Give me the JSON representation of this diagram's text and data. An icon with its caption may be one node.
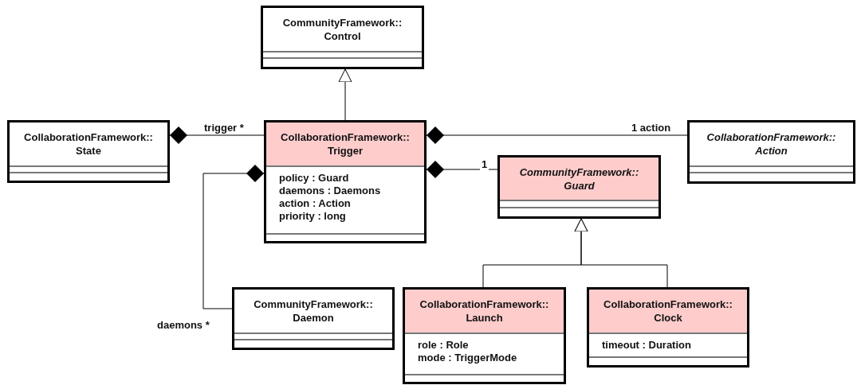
{
  "diagram": {
    "nodes": [
      {
        "text": [
          "CommunityFramework:: Control"
        ]
      },
      {
        "text": [
          "CollaborationFramework:: State"
        ]
      },
      {
        "text": [
          "CollaborationFramework:: Trigger",
          "policy : Guard",
          "daemons : Daemons",
          "action : Action",
          "priority : long"
        ]
      },
      {
        "text": [
          "CollaborationFramework:: Action"
        ]
      },
      {
        "text": [
          "CommunityFramework:: Guard"
        ]
      },
      {
        "text": [
          "CommunityFramework:: Daemon"
        ]
      },
      {
        "text": [
          "CollaborationFramework:: Launch",
          "role : Role",
          "mode : TriggerMode"
        ]
      },
      {
        "text": [
          "CollaborationFramework:: Clock",
          "timeout : Duration"
        ]
      }
    ],
    "edges": [
      {
        "from": 2,
        "to": 0,
        "arrow": "to"
      },
      {
        "from": 1,
        "to": 2,
        "arrow": "other",
        "label": "trigger *"
      },
      {
        "from": 2,
        "to": 3,
        "arrow": "other",
        "label": "1 action"
      },
      {
        "from": 2,
        "to": 4,
        "arrow": "other",
        "label": "1"
      },
      {
        "from": 2,
        "to": 5,
        "arrow": "other",
        "label": "daemons *"
      },
      {
        "from": 6,
        "to": 4,
        "arrow": "to"
      },
      {
        "from": 7,
        "to": 4,
        "arrow": "to"
      }
    ]
  }
}
